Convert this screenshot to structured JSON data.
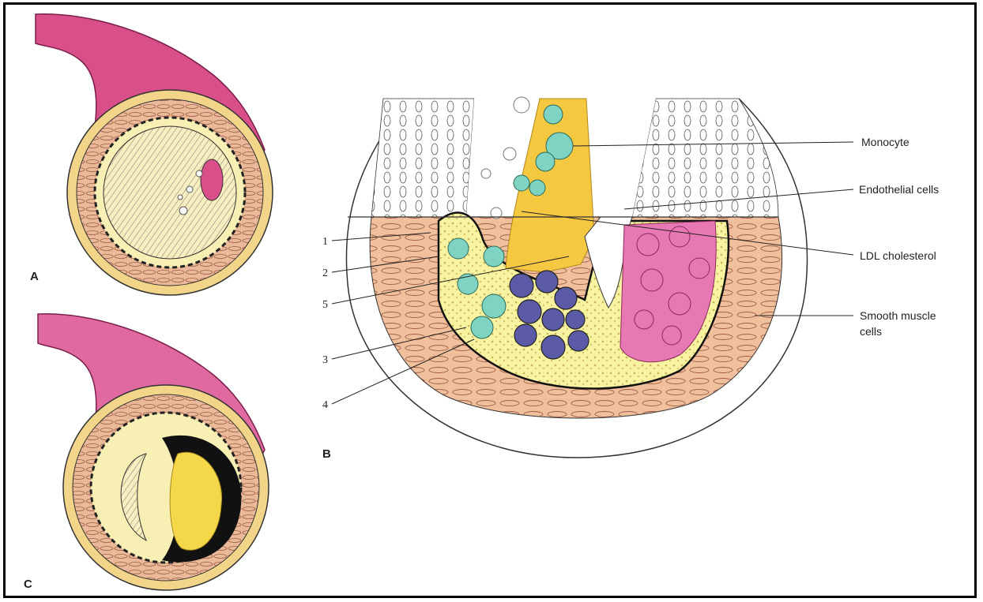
{
  "panels": {
    "a": "A",
    "b": "B",
    "c": "C"
  },
  "labels": {
    "monocyte": "Monocyte",
    "endothelial": "Endothelial cells",
    "ldl": "LDL cholesterol",
    "smooth_1": "Smooth muscle",
    "smooth_2": "cells"
  },
  "numbers": {
    "n1": "1",
    "n2": "2",
    "n5": "5",
    "n3": "3",
    "n4": "4"
  },
  "colors": {
    "adventitia": "#d94f8a",
    "media": "#e9b99a",
    "intima": "#f3df86",
    "plaque": "#f5c842",
    "monocyte": "#7fd3c3",
    "foam": "#e878b4",
    "macrophage": "#5b5aa6",
    "lumen_fill": "#f8f7c2"
  }
}
